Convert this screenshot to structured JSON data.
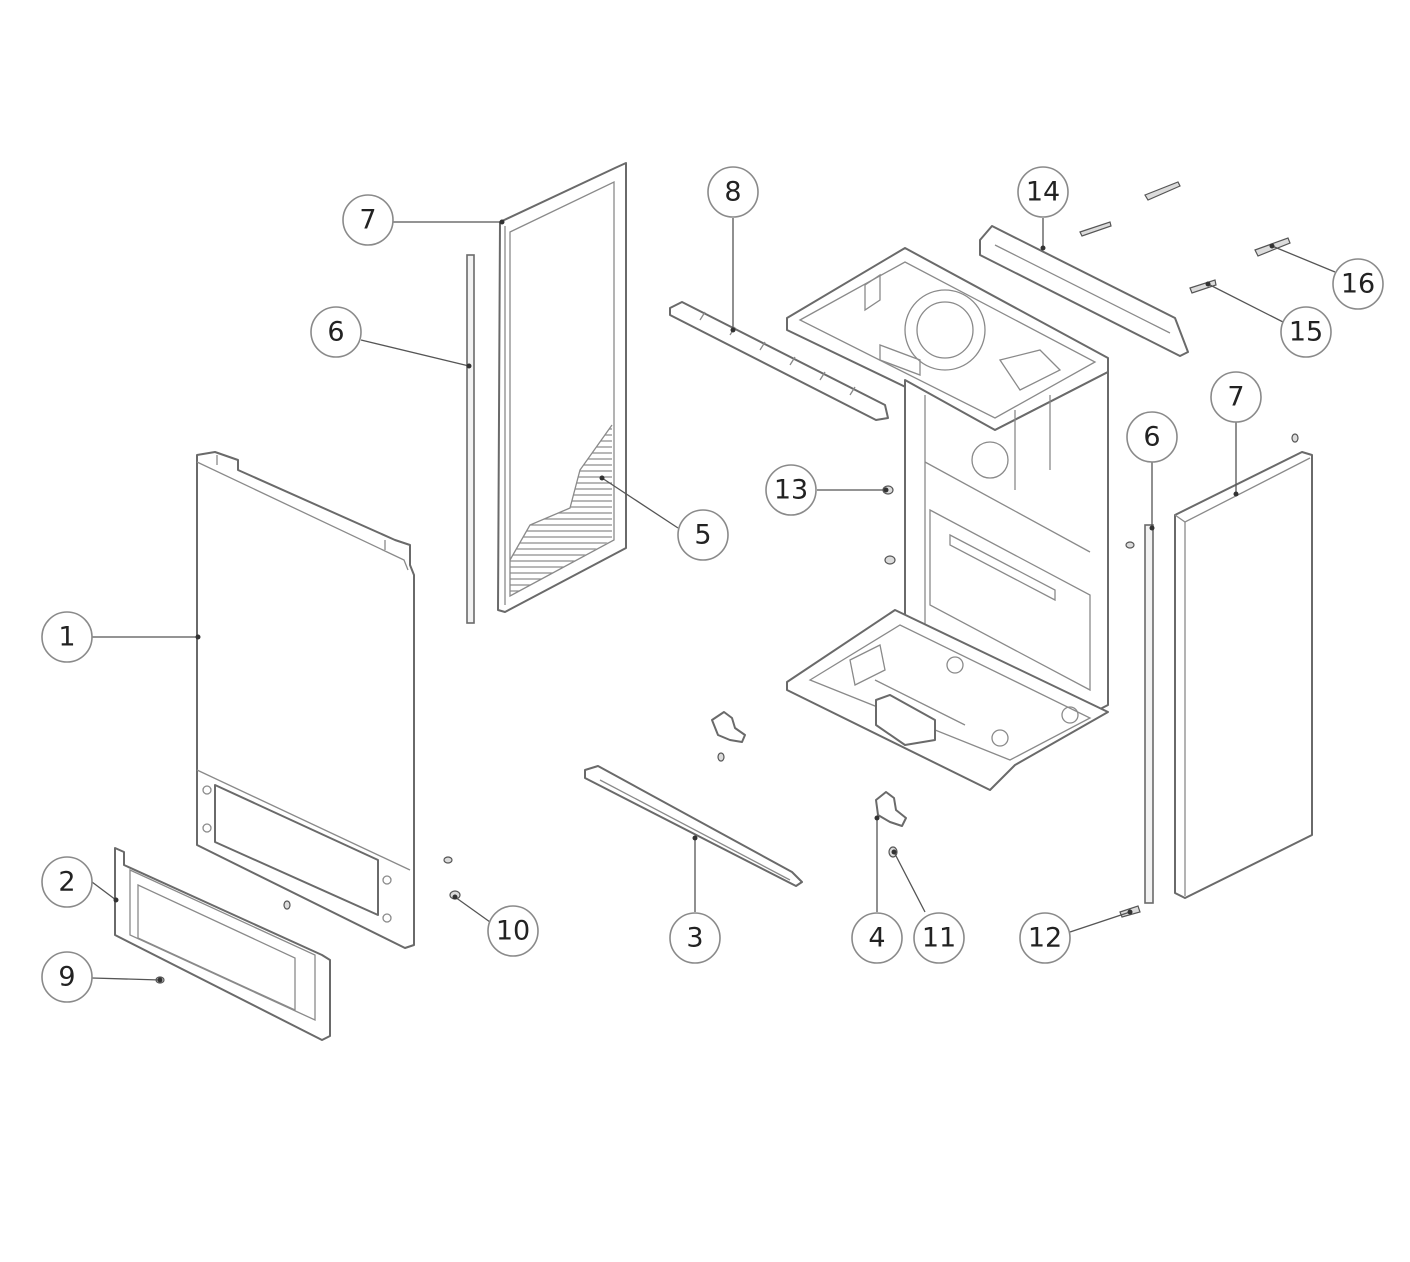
{
  "diagram": {
    "callouts": [
      {
        "id": "c1",
        "label": "1"
      },
      {
        "id": "c2",
        "label": "2"
      },
      {
        "id": "c3",
        "label": "3"
      },
      {
        "id": "c4",
        "label": "4"
      },
      {
        "id": "c5",
        "label": "5"
      },
      {
        "id": "c6a",
        "label": "6"
      },
      {
        "id": "c6b",
        "label": "6"
      },
      {
        "id": "c7a",
        "label": "7"
      },
      {
        "id": "c7b",
        "label": "7"
      },
      {
        "id": "c8",
        "label": "8"
      },
      {
        "id": "c9",
        "label": "9"
      },
      {
        "id": "c10",
        "label": "10"
      },
      {
        "id": "c11",
        "label": "11"
      },
      {
        "id": "c12",
        "label": "12"
      },
      {
        "id": "c13",
        "label": "13"
      },
      {
        "id": "c14",
        "label": "14"
      },
      {
        "id": "c15",
        "label": "15"
      },
      {
        "id": "c16",
        "label": "16"
      }
    ]
  }
}
